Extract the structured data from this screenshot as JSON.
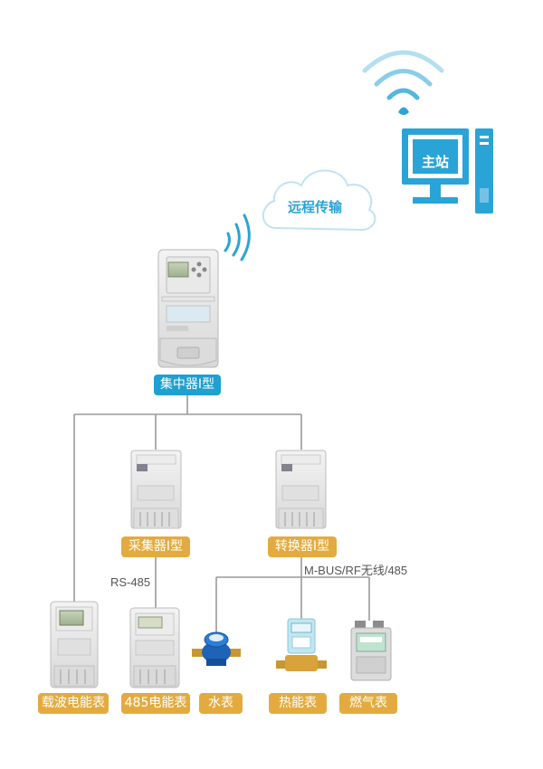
{
  "colors": {
    "accent_blue": "#1ea0d0",
    "accent_gold": "#e3ab3f",
    "line_gray": "#9a9a9a",
    "wifi_blue": "#2aa4d6"
  },
  "master_station": {
    "label": "主站",
    "icon": "computer-monitor-icon"
  },
  "cloud": {
    "label": "远程传输",
    "icon": "cloud-icon"
  },
  "concentrator": {
    "label": "集中器I型",
    "icon": "concentrator-device-icon"
  },
  "collector": {
    "label": "采集器I型",
    "icon": "collector-device-icon"
  },
  "converter": {
    "label": "转换器I型",
    "icon": "converter-device-icon"
  },
  "connections": {
    "rs485": "RS-485",
    "mbus": "M-BUS/RF无线/485"
  },
  "end_devices": [
    {
      "label": "载波电能表",
      "icon": "carrier-meter-icon"
    },
    {
      "label": "485电能表",
      "icon": "rs485-meter-icon"
    },
    {
      "label": "水表",
      "icon": "water-meter-icon"
    },
    {
      "label": "热能表",
      "icon": "heat-meter-icon"
    },
    {
      "label": "燃气表",
      "icon": "gas-meter-icon"
    }
  ]
}
